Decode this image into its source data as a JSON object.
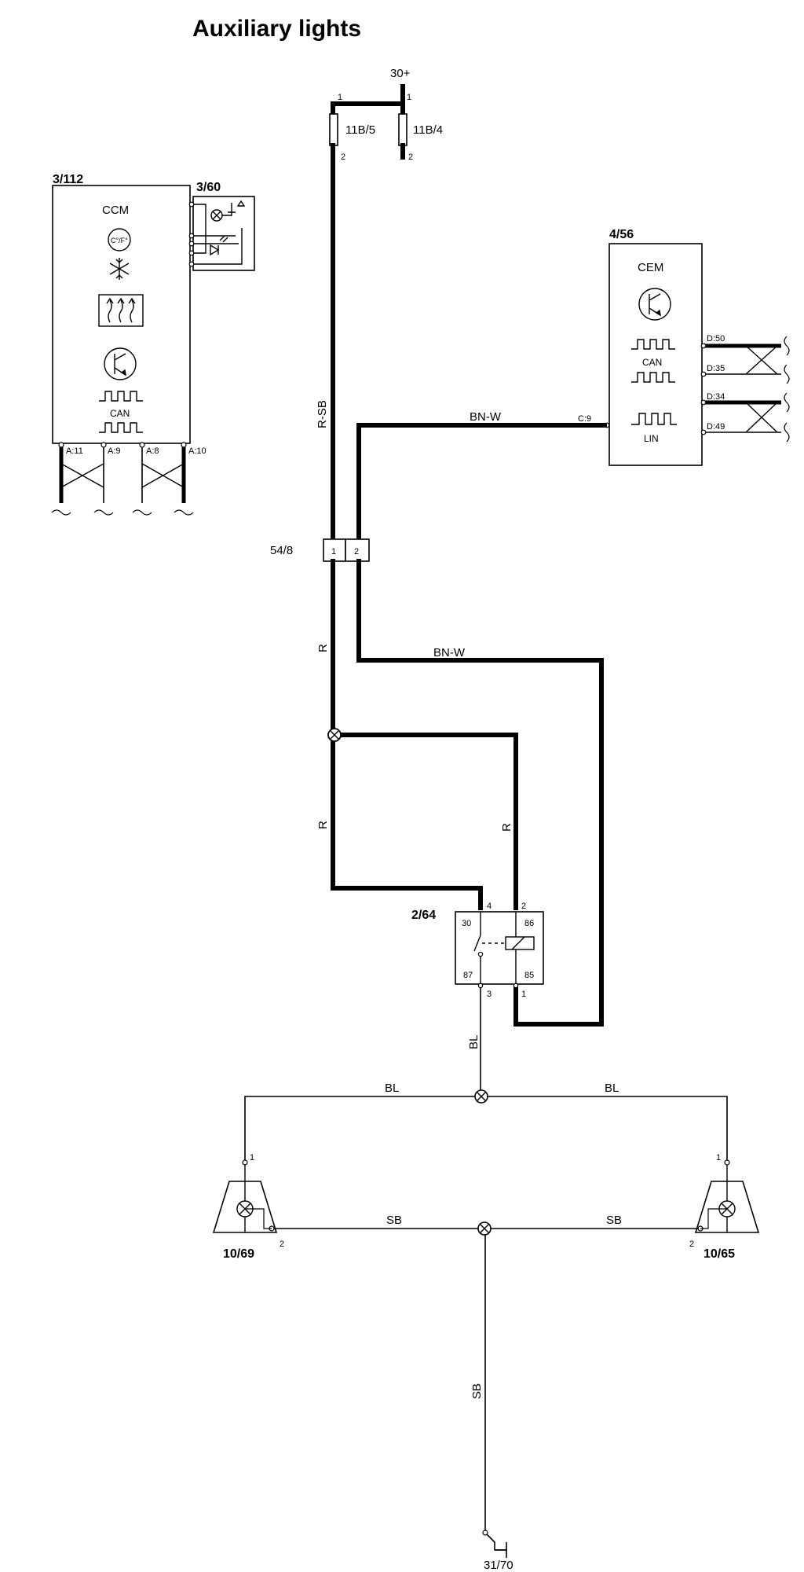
{
  "title": "Auxiliary lights",
  "components": {
    "ccm": {
      "id": "3/112",
      "name": "CCM",
      "temp_symbol": "C°/F°",
      "bus": "CAN",
      "pins": [
        "A:11",
        "A:9",
        "A:8",
        "A:10"
      ]
    },
    "sw360": {
      "id": "3/60"
    },
    "cem": {
      "id": "4/56",
      "name": "CEM",
      "bus1": "CAN",
      "bus2": "LIN",
      "pins": [
        "D:50",
        "D:35",
        "D:34",
        "D:49"
      ],
      "input_pin": "C:9"
    },
    "supply": {
      "label": "30+"
    },
    "fuse1": {
      "id": "11B/5",
      "pin_top": "1",
      "pin_bottom": "2"
    },
    "fuse2": {
      "id": "11B/4",
      "pin_top": "1",
      "pin_bottom": "2"
    },
    "connector": {
      "id": "54/8",
      "pins": [
        "1",
        "2"
      ]
    },
    "relay": {
      "id": "2/64",
      "terminals": [
        "30",
        "86",
        "87",
        "85"
      ],
      "pins": [
        "4",
        "2",
        "3",
        "1"
      ]
    },
    "lamp_left": {
      "id": "10/69",
      "pin1": "1",
      "pin2": "2"
    },
    "lamp_right": {
      "id": "10/65",
      "pin1": "1",
      "pin2": "2"
    },
    "ground": {
      "id": "31/70"
    }
  },
  "wires": {
    "rsb": "R-SB",
    "bnw1": "BN-W",
    "bnw2": "BN-W",
    "r1": "R",
    "r2": "R",
    "r3": "R",
    "bl_v": "BL",
    "bl_left": "BL",
    "bl_right": "BL",
    "sb_left": "SB",
    "sb_right": "SB",
    "sb_v": "SB"
  },
  "colors": {
    "line": "#000000",
    "background": "#ffffff"
  }
}
